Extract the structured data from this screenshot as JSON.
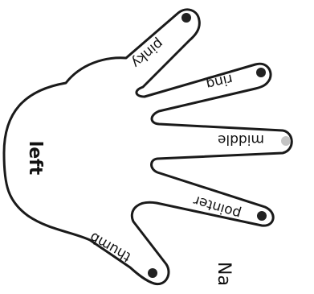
{
  "hand": {
    "side_label": "left",
    "dot_colors": {
      "default": "#222222",
      "highlight": "#c4c4c4"
    }
  },
  "fingers": [
    {
      "label": "pinky",
      "dot_state": "default"
    },
    {
      "label": "ring",
      "dot_state": "default"
    },
    {
      "label": "middle",
      "dot_state": "highlight"
    },
    {
      "label": "pointer",
      "dot_state": "default"
    },
    {
      "label": "thumb",
      "dot_state": "default"
    }
  ],
  "corner_text": "Na"
}
